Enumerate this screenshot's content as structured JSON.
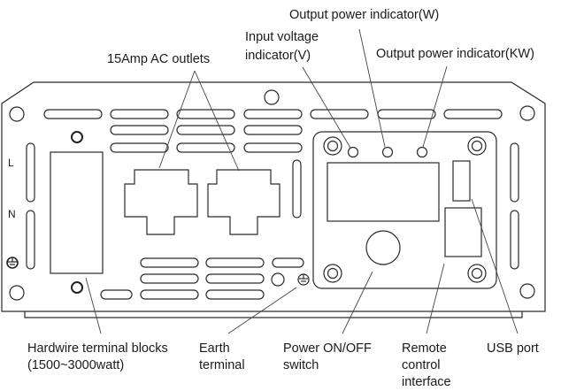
{
  "diagram": {
    "subject": "Power inverter rear panel",
    "labels": {
      "ac_outlets": "15Amp AC outlets",
      "input_voltage_line1": "Input voltage",
      "input_voltage_line2": "indicator(V)",
      "output_power_w": "Output power indicator(W)",
      "output_power_kw": "Output power indicator(KW)",
      "hardwire_line1": "Hardwire terminal blocks",
      "hardwire_line2": "(1500~3000watt)",
      "earth_line1": "Earth",
      "earth_line2": "terminal",
      "power_switch_line1": "Power ON/OFF",
      "power_switch_line2": "switch",
      "remote_line1": "Remote",
      "remote_line2": "control",
      "remote_line3": "interface",
      "usb": "USB port"
    },
    "side_marks": {
      "line": "L",
      "neutral": "N"
    },
    "icons": {
      "ground": "ground-symbol-icon"
    }
  }
}
